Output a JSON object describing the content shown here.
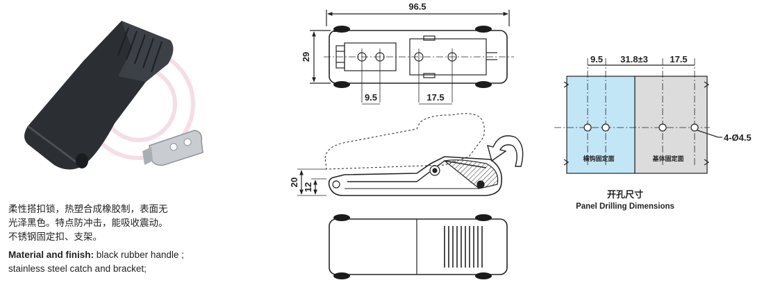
{
  "description": {
    "cn_text": "柔性搭扣锁，热塑合成橡胶制，表面无\n光泽黑色。特点防冲击，能吸收震动。\n不锈钢固定扣、支架。",
    "material_label": "Material and finish:",
    "material_text": " black rubber handle ;",
    "material_text_2": "stainless steel catch and bracket;"
  },
  "top_view": {
    "overall_width": "96.5",
    "height": "29",
    "hole_spacing_left": "9.5",
    "hole_spacing_right": "17.5"
  },
  "side_view": {
    "height_total": "20",
    "height_base": "12"
  },
  "panel_drilling": {
    "dim_a": "9.5",
    "dim_b": "31.8±3",
    "dim_c": "17.5",
    "hole_callout": "4-Ø4.5",
    "label_catch": "横钩固定面",
    "label_base": "基体固定面",
    "caption_cn": "开孔尺寸",
    "caption_en": "Panel Drilling Dimensions",
    "colors": {
      "catch_face": "#c3e6f7",
      "base_face": "#dcdcdc"
    }
  }
}
